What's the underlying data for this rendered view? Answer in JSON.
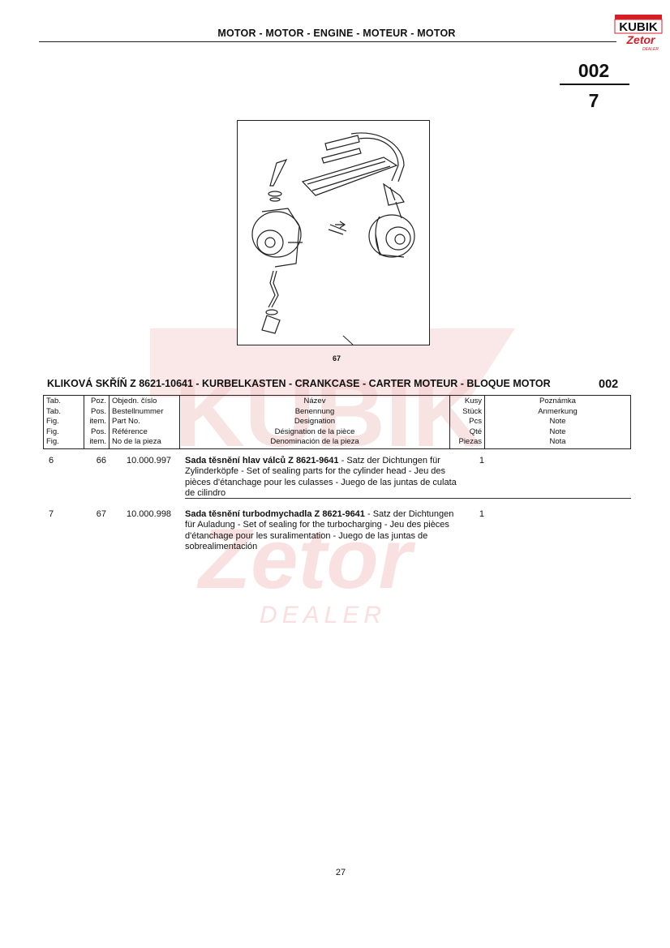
{
  "header": {
    "title": "MOTOR - MOTOR - ENGINE - MOTEUR - MOTOR",
    "logo_top": "KUBIK",
    "logo_mid": "Zetor",
    "logo_bottom": "DEALER"
  },
  "page_code": {
    "group": "002",
    "sheet": "7"
  },
  "illustration": {
    "callout": "67"
  },
  "watermark": {
    "brand": "KUBIK",
    "sub": "Zetor",
    "dealer": "DEALER"
  },
  "section": {
    "title": "KLIKOVÁ SKŘÍŇ Z 8621-10641 - KURBELKASTEN - CRANKCASE - CARTER MOTEUR - BLOQUE MOTOR",
    "code": "002"
  },
  "table_header": {
    "tab": [
      "Tab.",
      "Tab.",
      "Fig.",
      "Fig.",
      "Fig."
    ],
    "poz": [
      "Poz.",
      "Pos.",
      "item.",
      "Pos.",
      "item."
    ],
    "obj": [
      "Objedn. číslo",
      "Bestellnummer",
      "Part No.",
      "Référence",
      "No de la pieza"
    ],
    "nazev": [
      "Název",
      "Benennung",
      "Designation",
      "Désignation de la pièce",
      "Denominación de la pieza"
    ],
    "kusy": [
      "Kusy",
      "Stück",
      "Pcs",
      "Qté",
      "Piezas"
    ],
    "poznamka": [
      "Poznámka",
      "Anmerkung",
      "Note",
      "Note",
      "Nota"
    ]
  },
  "rows": [
    {
      "tab": "6",
      "poz": "66",
      "part_no": "10.000.997",
      "name_bold": "Sada těsnění hlav válců Z 8621-9641",
      "name_rest": " - Satz der Dichtungen für Zylinderköpfe - Set of sealing parts for the cylinder head - Jeu des pièces d'étanchage pour les culasses - Juego de las juntas de culata de cilindro",
      "qty": "1"
    },
    {
      "tab": "7",
      "poz": "67",
      "part_no": "10.000.998",
      "name_bold": "Sada těsnění turbodmychadla Z 8621-9641",
      "name_rest": " - Satz der Dichtungen für Auladung - Set of sealing for the turbocharging - Jeu des pièces d'étanchage pour les suralimentation - Juego de las juntas de sobrealimentación",
      "qty": "1"
    }
  ],
  "footer": {
    "page_number": "27"
  }
}
